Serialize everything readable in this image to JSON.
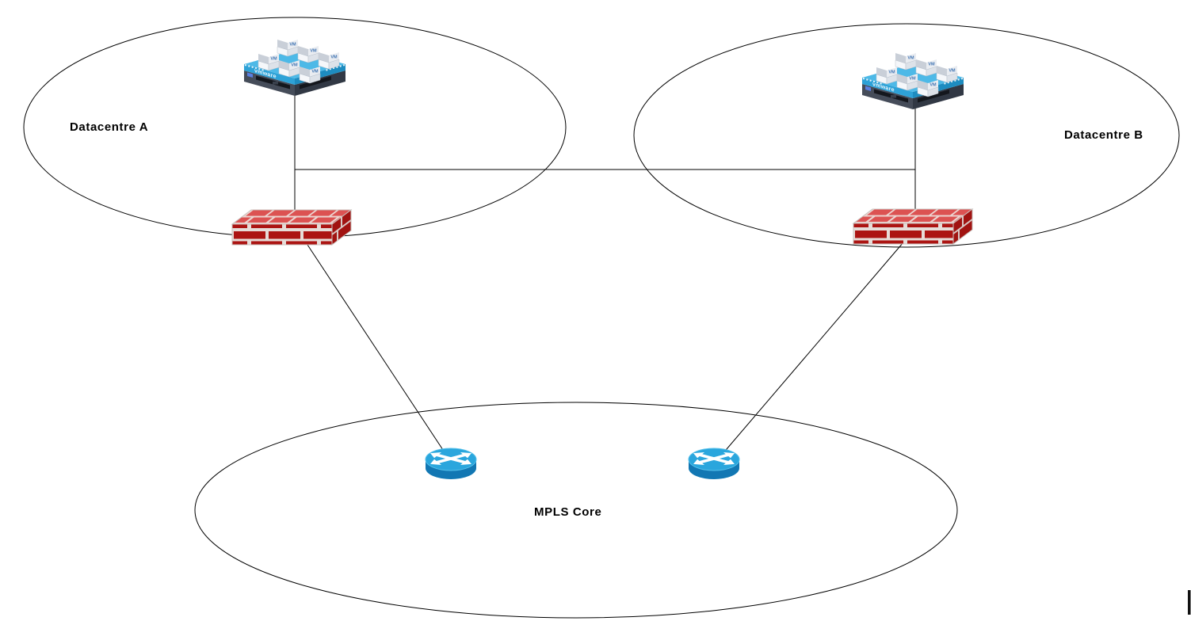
{
  "diagram_type": "network-topology",
  "labels": {
    "datacentre_a": "Datacentre A",
    "datacentre_b": "Datacentre B",
    "mpls_core": "MPLS Core"
  },
  "icon_text": {
    "vm": "VM",
    "vmware": "vmware"
  },
  "zones": [
    {
      "id": "datacentre-a",
      "label": "Datacentre A",
      "shape": "ellipse"
    },
    {
      "id": "datacentre-b",
      "label": "Datacentre B",
      "shape": "ellipse"
    },
    {
      "id": "mpls-core",
      "label": "MPLS Core",
      "shape": "ellipse"
    }
  ],
  "nodes": [
    {
      "id": "vmware-host-a",
      "type": "vmware-esx-host",
      "zone": "datacentre-a"
    },
    {
      "id": "firewall-a",
      "type": "firewall",
      "zone": "datacentre-a"
    },
    {
      "id": "vmware-host-b",
      "type": "vmware-esx-host",
      "zone": "datacentre-b"
    },
    {
      "id": "firewall-b",
      "type": "firewall",
      "zone": "datacentre-b"
    },
    {
      "id": "router-1",
      "type": "router",
      "zone": "mpls-core"
    },
    {
      "id": "router-2",
      "type": "router",
      "zone": "mpls-core"
    }
  ],
  "links": [
    {
      "from": "vmware-host-a",
      "to": "firewall-a"
    },
    {
      "from": "vmware-host-b",
      "to": "firewall-b"
    },
    {
      "from": "vmware-host-a",
      "to": "vmware-host-b"
    },
    {
      "from": "firewall-a",
      "to": "router-1"
    },
    {
      "from": "firewall-b",
      "to": "router-2"
    }
  ],
  "colors": {
    "background": "#ffffff",
    "outline": "#000000",
    "router_top": "#2aa6dd",
    "router_body": "#1277b3",
    "router_rim": "#9adef4",
    "firewall_brick_top": "#dc5252",
    "firewall_brick_front": "#ac1412",
    "firewall_mortar": "#e6dcd8",
    "server_chassis": "#454c59",
    "hypervisor_blue": "#4db9e7",
    "vm_box": "#f5f7fa",
    "vm_text": "#3e73b2"
  }
}
